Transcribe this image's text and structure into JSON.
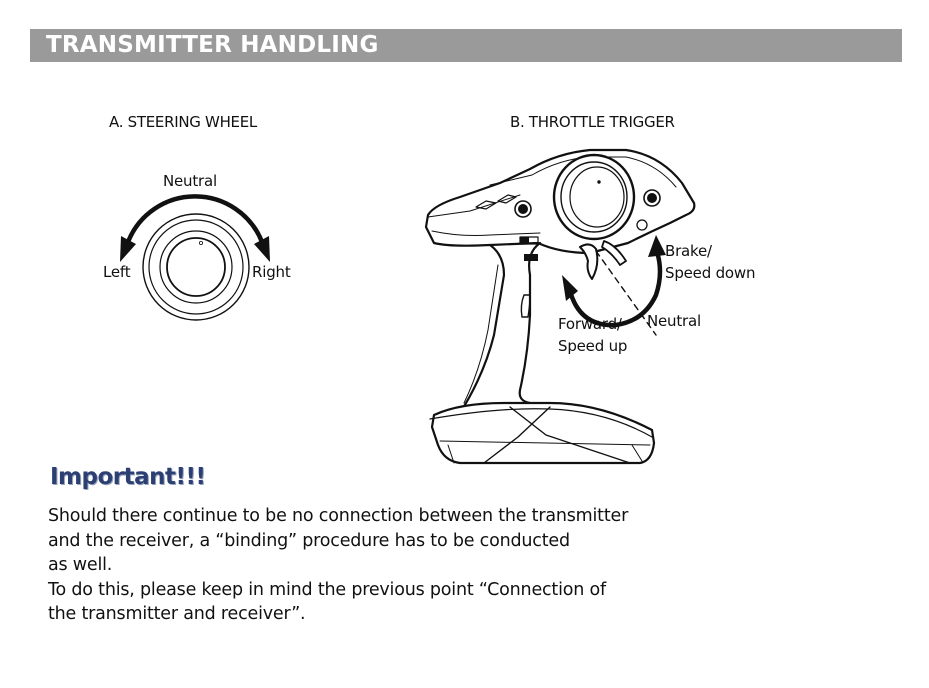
{
  "header": {
    "title": "TRANSMITTER HANDLING"
  },
  "section_a": {
    "title": "A. STEERING WHEEL",
    "labels": {
      "neutral": "Neutral",
      "left": "Left",
      "right": "Right"
    }
  },
  "section_b": {
    "title": "B. THROTTLE TRIGGER",
    "labels": {
      "brake_line1": "Brake/",
      "brake_line2": "Speed down",
      "forward_line1": "Forward/",
      "forward_line2": "Speed up",
      "neutral": "Neutral"
    }
  },
  "important": {
    "heading": "Important!!!",
    "lines": [
      "Should there continue to be no connection between the transmitter",
      "and the receiver, a “binding” procedure has to be conducted",
      "as well.",
      "To do this, please keep in mind the previous point “Connection of",
      "the transmitter and receiver”."
    ]
  },
  "colors": {
    "header_bg": "#9a9a9a",
    "header_text": "#ffffff",
    "important": "#2b3f73"
  }
}
